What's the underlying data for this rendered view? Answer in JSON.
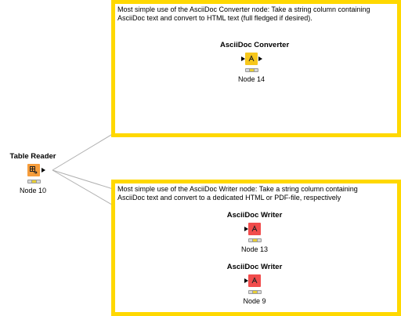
{
  "annotations": [
    {
      "text": "Most simple use of the AsciiDoc Converter node: Take a string column containing\nAsciiDoc text and convert to HTML text (full fledged if desired).",
      "border_color": "#ffd800"
    },
    {
      "text": "Most simple use of the AsciiDoc Writer node: Take a string column containing\nAsciiDoc text and convert to a dedicated HTML or PDF-file, respectively",
      "border_color": "#ffd800"
    }
  ],
  "nodes": [
    {
      "title": "Table Reader",
      "label": "Node 10",
      "color": "#f69d3c",
      "icon": "table-reader-icon"
    },
    {
      "title": "AsciiDoc Converter",
      "label": "Node 14",
      "color": "#f7c71c",
      "icon": "asciidoc-converter-icon"
    },
    {
      "title": "AsciiDoc Writer",
      "label": "Node 13",
      "color": "#f14c4c",
      "icon": "asciidoc-writer-icon"
    },
    {
      "title": "AsciiDoc Writer",
      "label": "Node 9",
      "color": "#f14c4c",
      "icon": "asciidoc-writer-icon"
    }
  ],
  "connections": [
    {
      "from": "Node 10",
      "to": "Node 14"
    },
    {
      "from": "Node 10",
      "to": "Node 13"
    },
    {
      "from": "Node 10",
      "to": "Node 9"
    }
  ],
  "status_color": "#e8cf35"
}
